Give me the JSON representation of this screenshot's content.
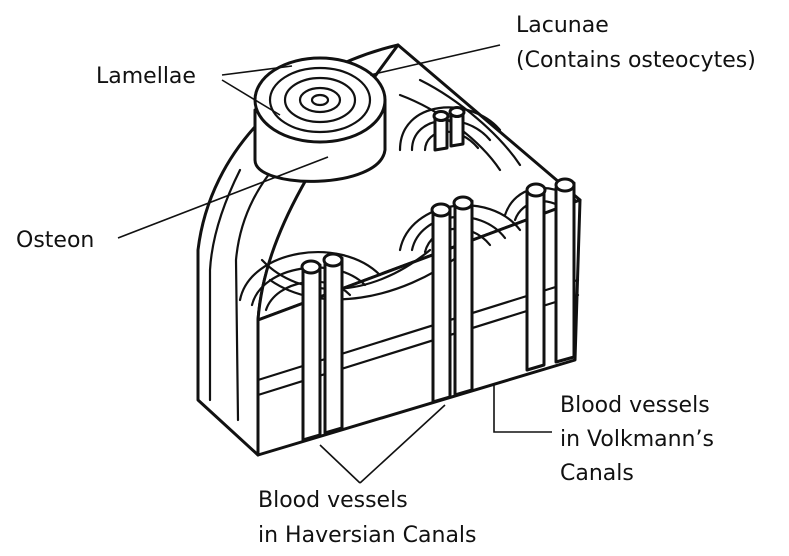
{
  "diagram": {
    "labels": {
      "lacunae_line1": "Lacunae",
      "lacunae_line2": "(Contains osteocytes)",
      "lamellae": "Lamellae",
      "osteon": "Osteon",
      "volkmann_line1": "Blood vessels",
      "volkmann_line2": "in Volkmann’s",
      "volkmann_line3": "Canals",
      "haversian_line1": "Blood vessels",
      "haversian_line2": "in Haversian Canals"
    },
    "colors": {
      "line": "#111111",
      "background": "#ffffff"
    }
  }
}
